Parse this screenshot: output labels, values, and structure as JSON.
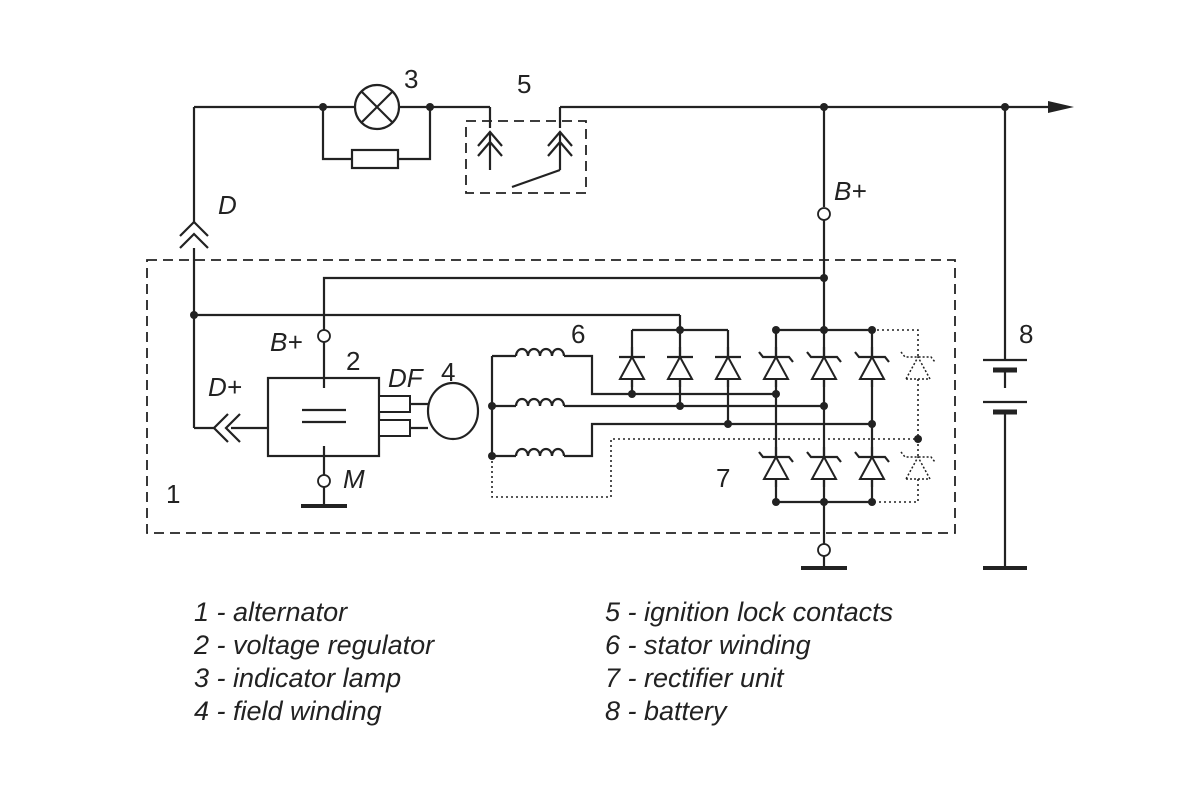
{
  "labels": {
    "n1": "1",
    "n2": "2",
    "n3": "3",
    "n4": "4",
    "n5": "5",
    "n6": "6",
    "n7": "7",
    "n8": "8",
    "D": "D",
    "Bplus_top": "B+",
    "Bplus_reg": "B+",
    "Dplus": "D+",
    "DF": "DF",
    "M": "M"
  },
  "legend": {
    "left": [
      "1 - alternator",
      "2 - voltage regulator",
      "3 - indicator lamp",
      "4 - field winding"
    ],
    "right": [
      "5 - ignition lock contacts",
      "6 - stator winding",
      "7 - rectifier unit",
      "8 - battery"
    ]
  }
}
